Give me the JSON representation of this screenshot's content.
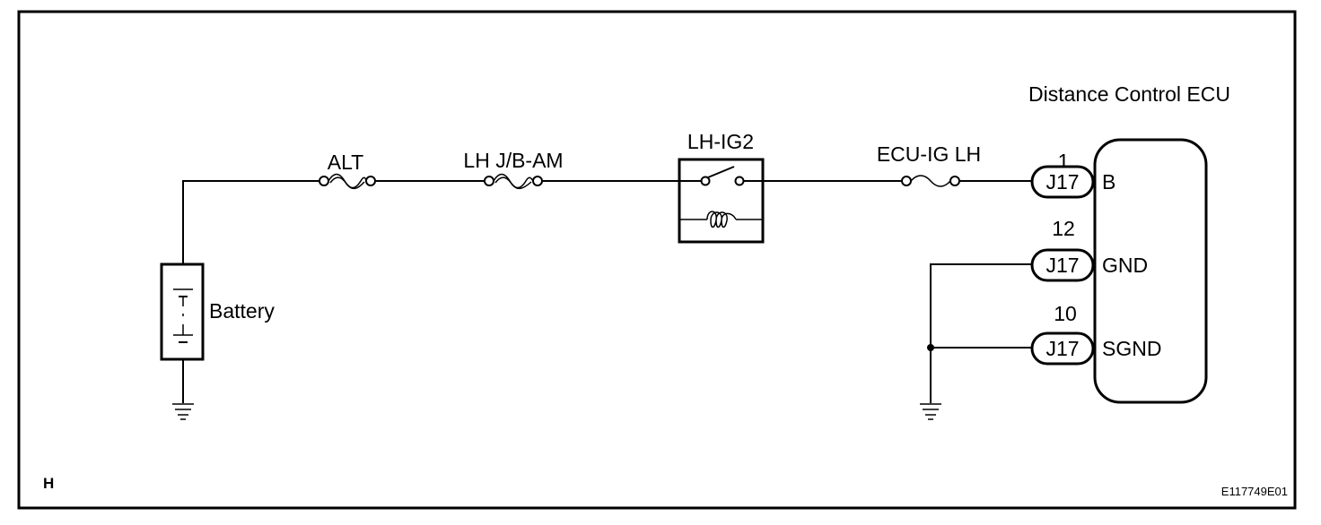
{
  "ecu": {
    "title": "Distance Control ECU",
    "pins": [
      {
        "number": "1",
        "connector": "J17",
        "terminal": "B"
      },
      {
        "number": "12",
        "connector": "J17",
        "terminal": "GND"
      },
      {
        "number": "10",
        "connector": "J17",
        "terminal": "SGND"
      }
    ]
  },
  "fuses": {
    "alt": "ALT",
    "lhjb": "LH J/B-AM",
    "ecuig": "ECU-IG LH"
  },
  "relay": {
    "label": "LH-IG2"
  },
  "battery": {
    "label": "Battery"
  },
  "footer": {
    "letter": "H",
    "code": "E117749E01"
  }
}
